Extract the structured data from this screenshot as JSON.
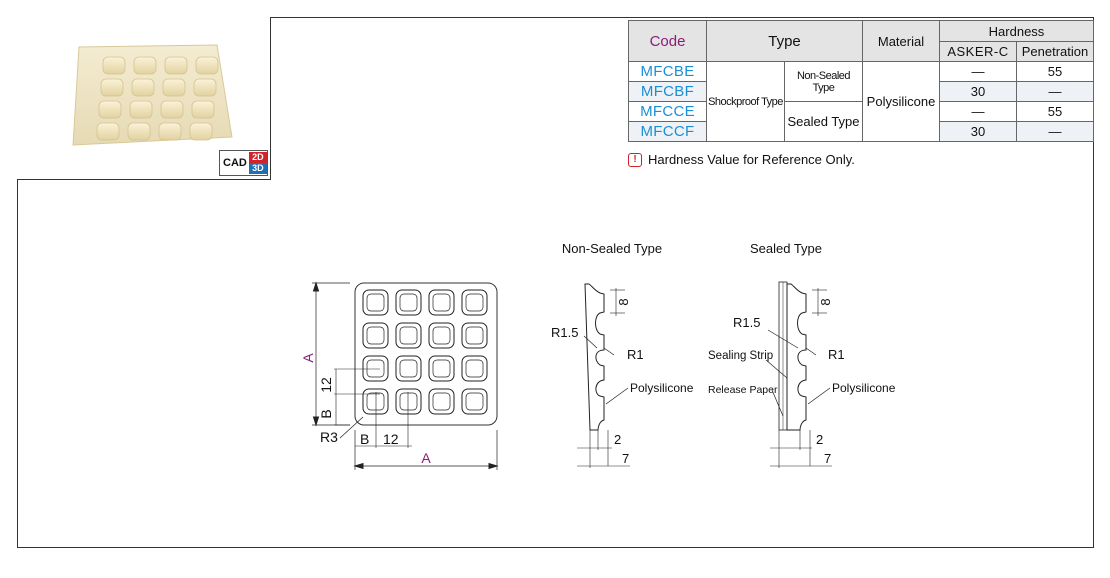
{
  "cad_badge": {
    "label": "CAD",
    "b2": "2D",
    "b3": "3D"
  },
  "table": {
    "headers": {
      "code": "Code",
      "type": "Type",
      "material": "Material",
      "hardness": "Hardness",
      "asker": "ASKER-C",
      "penetration": "Penetration"
    },
    "type_group": "Shockproof Type",
    "material_value": "Polysilicone",
    "sub_types": {
      "non_sealed": "Non-Sealed Type",
      "sealed": "Sealed Type"
    },
    "rows": [
      {
        "code": "MFCBE",
        "asker": "—",
        "penetration": "55"
      },
      {
        "code": "MFCBF",
        "asker": "30",
        "penetration": "—"
      },
      {
        "code": "MFCCE",
        "asker": "—",
        "penetration": "55"
      },
      {
        "code": "MFCCF",
        "asker": "30",
        "penetration": "—"
      }
    ]
  },
  "note": {
    "icon": "exclamation-icon",
    "text": "Hardness Value for Reference Only."
  },
  "drawing": {
    "front": {
      "dim_A_v": "A",
      "dim_A_h": "A",
      "dim_12_v": "12",
      "dim_B_v": "B",
      "dim_B_h": "B",
      "dim_12_h": "12",
      "radius": "R3"
    },
    "non_sealed": {
      "title": "Non-Sealed Type",
      "dim_8": "8",
      "r15": "R1.5",
      "r1": "R1",
      "material": "Polysilicone",
      "dim_2": "2",
      "dim_7": "7"
    },
    "sealed": {
      "title": "Sealed Type",
      "dim_8": "8",
      "r15": "R1.5",
      "r1": "R1",
      "strip": "Sealing Strip",
      "paper": "Release Paper",
      "material": "Polysilicone",
      "dim_2": "2",
      "dim_7": "7"
    }
  },
  "colors": {
    "code_blue": "#1b8fd6",
    "header_purple": "#8b1d78",
    "dim_purple": "#8b1d78",
    "cad_red": "#d2232a",
    "cad_blue": "#1f6fb4"
  }
}
